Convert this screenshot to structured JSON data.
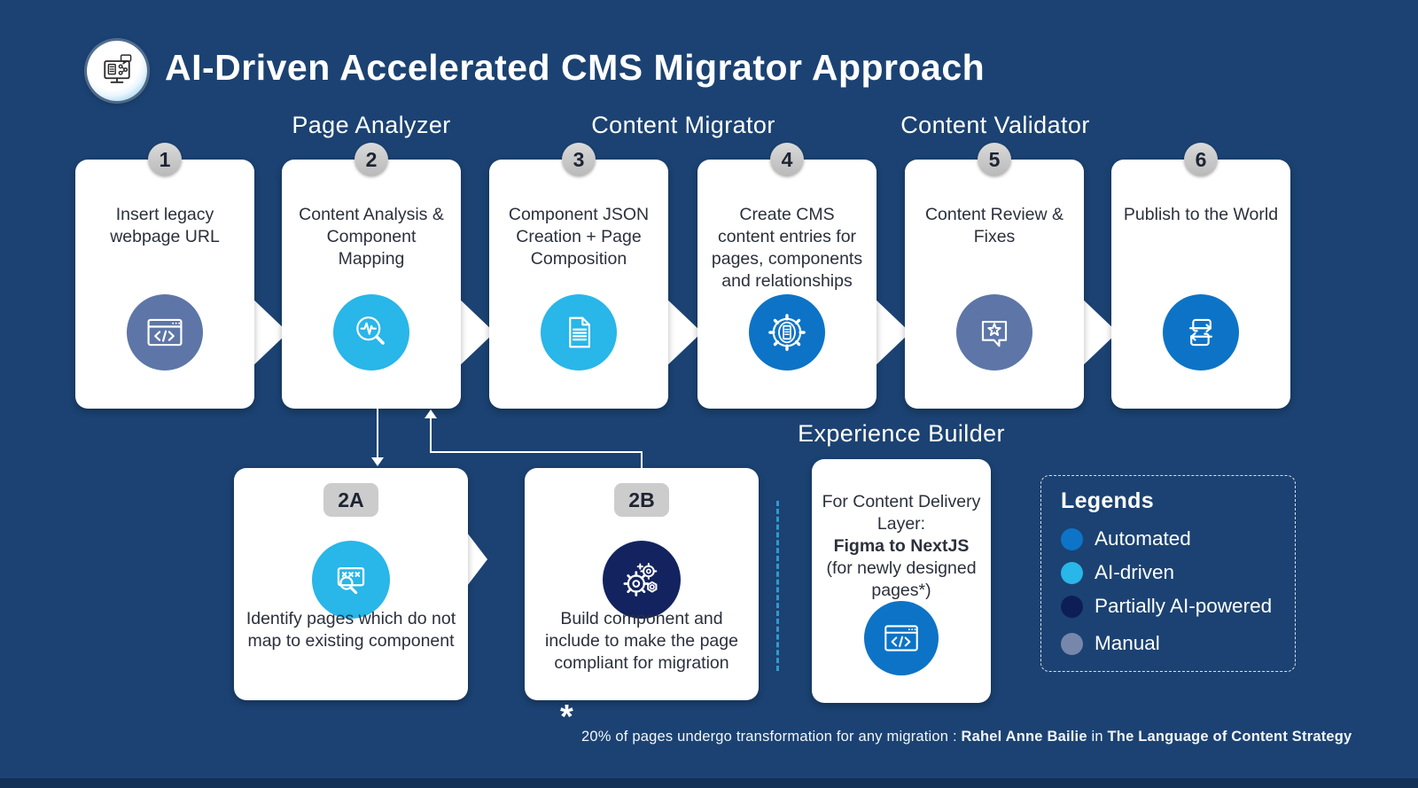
{
  "title": "AI-Driven Accelerated CMS Migrator Approach",
  "title_icon": "cms-monitor-share-icon",
  "section_headers": [
    {
      "label": "Page Analyzer"
    },
    {
      "label": "Content Migrator"
    },
    {
      "label": "Content Validator"
    }
  ],
  "steps": [
    {
      "number": "1",
      "text": "Insert legacy webpage URL",
      "icon": "browser-code-icon",
      "circle_color": "#5D76A7",
      "category": "Manual"
    },
    {
      "number": "2",
      "text": "Content Analysis & Component Mapping",
      "icon": "analysis-magnifier-icon",
      "circle_color": "#29B6E8",
      "category": "AI-driven"
    },
    {
      "number": "3",
      "text": "Component JSON Creation + Page Composition",
      "icon": "document-icon",
      "circle_color": "#29B6E8",
      "category": "AI-driven"
    },
    {
      "number": "4",
      "text": "Create CMS content entries for pages, components and relationships",
      "icon": "gear-document-icon",
      "circle_color": "#0D73C6",
      "category": "Automated"
    },
    {
      "number": "5",
      "text": "Content Review & Fixes",
      "icon": "chat-star-icon",
      "circle_color": "#5D76A7",
      "category": "Manual"
    },
    {
      "number": "6",
      "text": "Publish to the World",
      "icon": "transfer-arrows-icon",
      "circle_color": "#0D73C6",
      "category": "Automated"
    }
  ],
  "substeps": [
    {
      "number": "2A",
      "text": "Identify pages which do not map to existing component",
      "icon": "page-scan-magnifier-icon",
      "circle_color": "#29B6E8",
      "category": "AI-driven"
    },
    {
      "number": "2B",
      "text": "Build component and include to make the page compliant for migration",
      "icon": "gears-build-icon",
      "circle_color": "#13235F",
      "category": "Partially AI-powered"
    }
  ],
  "experience_builder": {
    "header": "Experience Builder",
    "line1": "For Content Delivery Layer:",
    "line2_bold": "Figma to NextJS",
    "line3": "(for newly designed pages*)",
    "icon": "browser-code-icon",
    "circle_color": "#0D73C6"
  },
  "legend": {
    "title": "Legends",
    "items": [
      {
        "label": "Automated",
        "color": "#0D74C7"
      },
      {
        "label": "AI-driven",
        "color": "#29B6E8"
      },
      {
        "label": "Partially AI-powered",
        "color": "#0D1E56"
      },
      {
        "label": "Manual",
        "color": "#7787AC"
      }
    ]
  },
  "footnote": {
    "asterisk": "*",
    "part1": "20% of pages undergo transformation for any migration : ",
    "bold1": "Rahel Anne Bailie",
    "part2": " in ",
    "bold2": "The Language of Content Strategy"
  },
  "colors": {
    "background": "#1B4272",
    "card": "#FFFFFF",
    "cyan": "#29B6E8",
    "blue": "#0D73C6",
    "navy": "#13235F",
    "slate": "#5D76A7",
    "badge_gray": "#C9C9C9"
  }
}
